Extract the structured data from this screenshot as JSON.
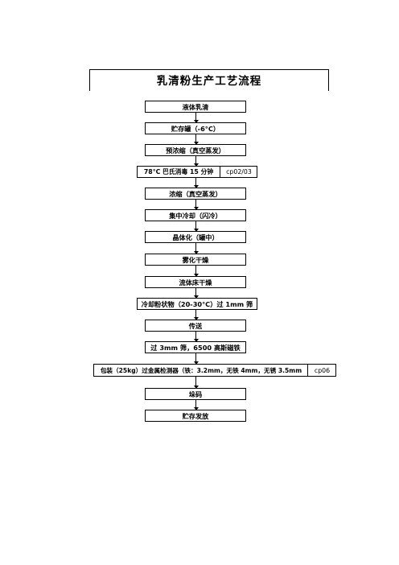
{
  "title": "乳清粉生产工艺流程",
  "steps": [
    {
      "label": "液体乳清"
    },
    {
      "label": "贮存罐（-6°C）"
    },
    {
      "label": "预浓缩（真空蒸发）"
    },
    {
      "label": "78°C 巴氏消毒 15 分钟",
      "code": "cp02/03"
    },
    {
      "label": "浓缩（真空蒸发）"
    },
    {
      "label": "集中冷却（闪冷）"
    },
    {
      "label": "晶体化（罐中）"
    },
    {
      "label": "雾化干燥"
    },
    {
      "label": "流体床干燥"
    },
    {
      "label": "冷却粉状物（20-30°C）过 1mm 筛"
    },
    {
      "label": "传送"
    },
    {
      "label": "过 3mm 筛，6500 高斯磁铁"
    },
    {
      "label": "包装（25kg）过金属检测器（铁：3.2mm，无铁 4mm，无锈 3.5mm",
      "code": "cp06"
    },
    {
      "label": "垛码"
    },
    {
      "label": "贮存发放"
    }
  ]
}
